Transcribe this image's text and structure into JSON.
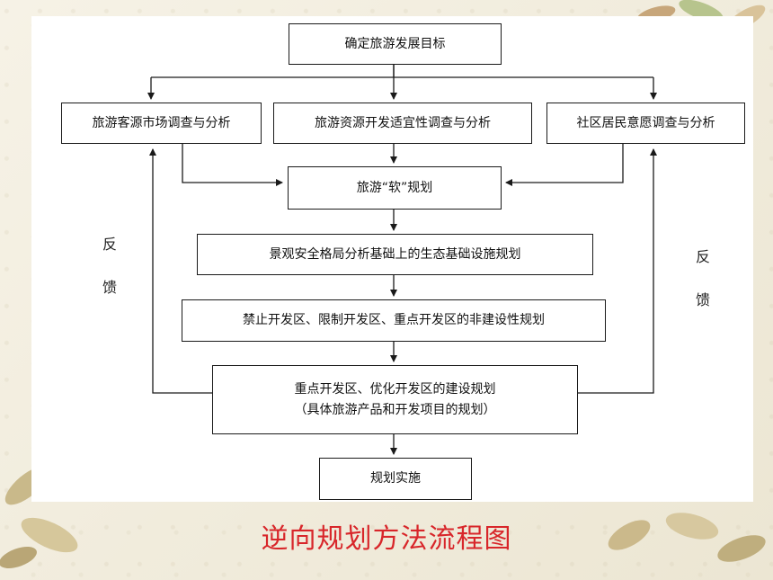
{
  "nodes": {
    "goal": "确定旅游发展目标",
    "market": "旅游客源市场调查与分析",
    "resource": "旅游资源开发适宜性调查与分析",
    "community": "社区居民意愿调查与分析",
    "soft": "旅游“软”规划",
    "eco": "景观安全格局分析基础上的生态基础设施规划",
    "nonbuild": "禁止开发区、限制开发区、重点开发区的非建设性规划",
    "build_line1": "重点开发区、优化开发区的建设规划",
    "build_line2": "（具体旅游产品和开发项目的规划）",
    "implement": "规划实施"
  },
  "feedback_left": [
    "反",
    "馈"
  ],
  "feedback_right": [
    "反",
    "馈"
  ],
  "caption": "逆向规划方法流程图",
  "colors": {
    "caption": "#d8262a",
    "line": "#1a1a1a"
  }
}
